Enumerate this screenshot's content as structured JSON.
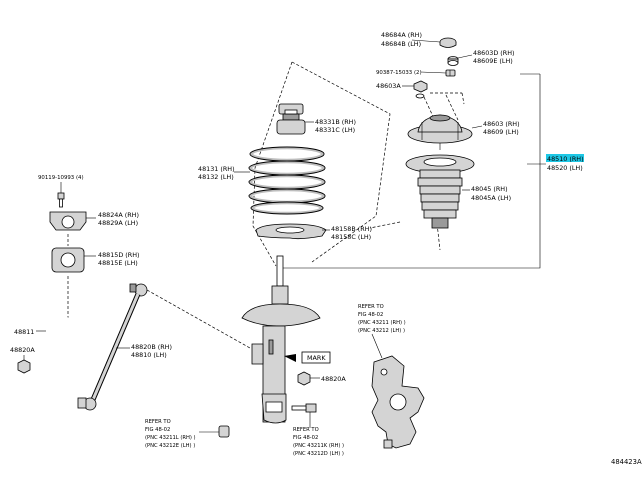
{
  "labels": {
    "cap_rh": "48684A (RH)",
    "cap_lh": "48684B (LH)",
    "bearing_rh": "48603D (RH)",
    "bearing_lh": "48609E (LH)",
    "nut_code": "90387-15033 (2)",
    "nut_part": "48603A",
    "mount_rh": "48603 (RH)",
    "mount_lh": "48609 (LH)",
    "assy_rh": "48510 (RH)",
    "assy_lh": "48520 (LH)",
    "bound_rh": "48045 (RH)",
    "bound_lh": "48045A (LH)",
    "insul_up_rh": "48331B (RH)",
    "insul_up_lh": "48331C (LH)",
    "spring_rh": "48131 (RH)",
    "spring_lh": "48132 (LH)",
    "insul_lo_rh": "48158B (RH)",
    "insul_lo_lh": "48158C (LH)",
    "bolt_code": "90119-10993 (4)",
    "bracket_rh": "48824A (RH)",
    "bracket_lh": "48829A (LH)",
    "bush_rh": "48815D (RH)",
    "bush_lh": "48815E (LH)",
    "stab_bar": "48811",
    "link_rh": "48820B (RH)",
    "link_lh": "48810 (LH)",
    "nut_left": "48820A",
    "nut_right": "48820A",
    "mark": "MARK",
    "diagram_code": "484423A"
  },
  "refs": {
    "knuckle_top": [
      "REFER TO",
      "FIG 48-02",
      "(PNC 43211 (RH) )",
      "(PNC 43212 (LH) )"
    ],
    "bottom_left": [
      "REFER TO",
      "FIG 48-02",
      "(PNC 43211L (RH) )",
      "(PNC 43212E (LH) )"
    ],
    "bottom_mid": [
      "REFER TO",
      "FIG 48-02",
      "(PNC 43211K (RH) )",
      "(PNC 43212D (LH) )"
    ]
  },
  "colors": {
    "highlight": "#1ec8e6",
    "part_fill": "#d4d4d4",
    "line": "#000000"
  }
}
